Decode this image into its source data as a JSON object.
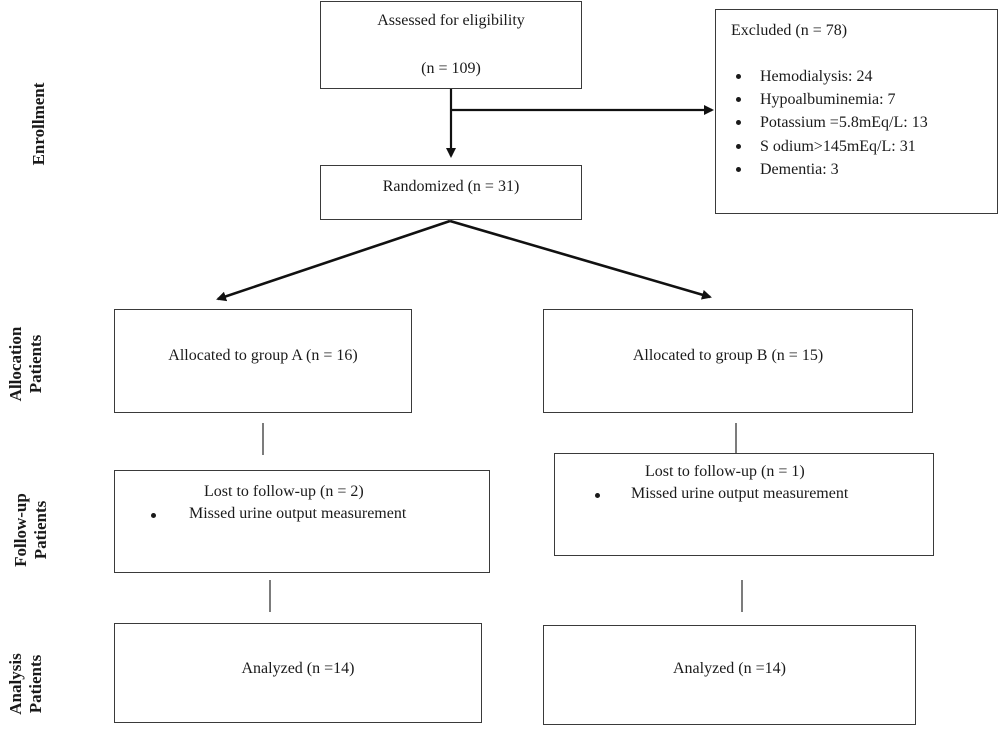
{
  "stages": {
    "enrollment": "Enrollment",
    "allocation": [
      "Allocation",
      "Patients"
    ],
    "follow_up": [
      "Follow-up",
      "Patients"
    ],
    "analysis": [
      "Analysis",
      "Patients"
    ]
  },
  "assessed": {
    "line1": "Assessed for eligibility",
    "line2": "(n = 109)"
  },
  "excluded": {
    "title": "Excluded (n = 78)",
    "items": [
      "Hemodialysis: 24",
      "Hypoalbuminemia: 7",
      "Potassium =5.8mEq/L: 13",
      "S odium>145mEq/L: 31",
      "Dementia: 3"
    ]
  },
  "randomized": "Randomized (n = 31)",
  "group_a": {
    "allocated": "Allocated to group A (n = 16)",
    "lost": "Lost to follow-up (n = 2)",
    "lost_reason": "Missed urine output measurement",
    "analyzed": "Analyzed (n =14)"
  },
  "group_b": {
    "allocated": "Allocated to group B (n = 15)",
    "lost": "Lost to follow-up (n = 1)",
    "lost_reason": "Missed urine output measurement",
    "analyzed": "Analyzed (n =14)"
  }
}
